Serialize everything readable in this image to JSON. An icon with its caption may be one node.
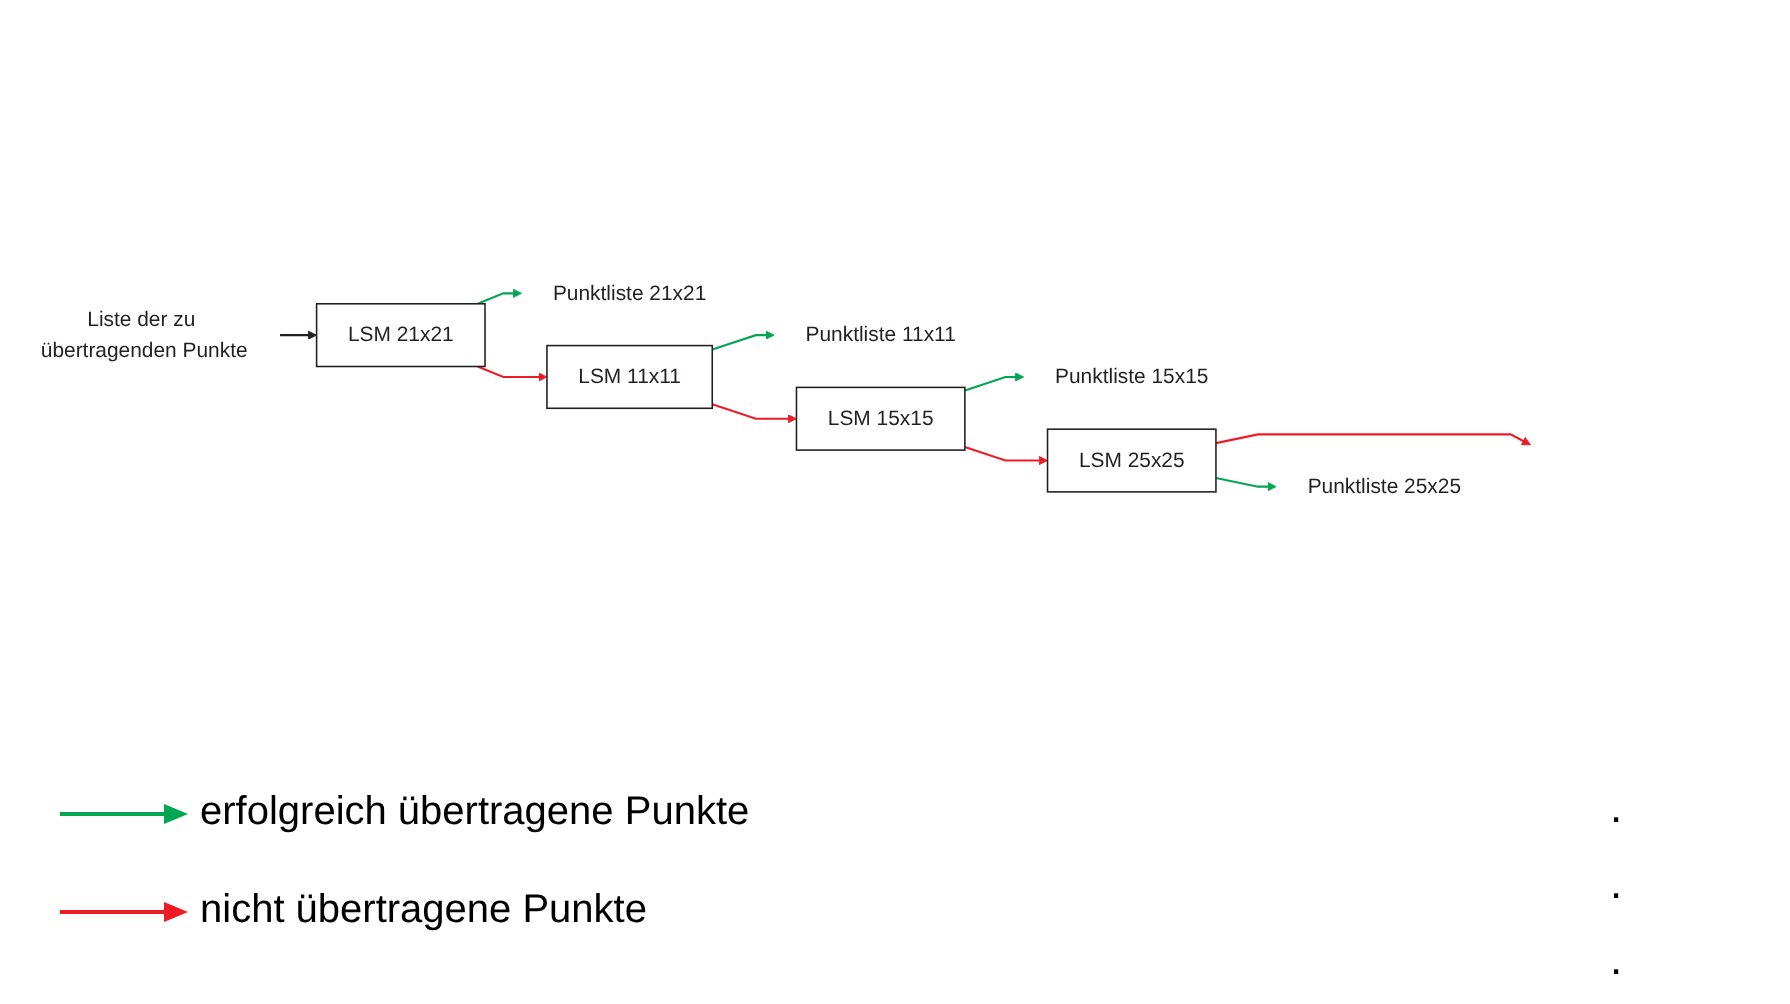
{
  "diagram": {
    "nodes": [
      {
        "text": [
          "Liste der zu übertragenden Punkte"
        ]
      },
      {
        "text": [
          "LSM 21x21"
        ]
      },
      {
        "text": [
          "Punktliste 21x21"
        ]
      },
      {
        "text": [
          "LSM 11x11"
        ]
      },
      {
        "text": [
          "Punktliste 11x11"
        ]
      },
      {
        "text": [
          "LSM 15x15"
        ]
      },
      {
        "text": [
          "Punktliste 15x15"
        ]
      },
      {
        "text": [
          "LSM 25x25"
        ]
      },
      {
        "text": [
          "Punktliste 25x25"
        ]
      }
    ],
    "edges": [
      {
        "from": 0,
        "to": 1,
        "arrow": "to",
        "color": "#231f20"
      },
      {
        "from": 1,
        "to": 2,
        "arrow": "to",
        "color": "#00a650"
      },
      {
        "from": 1,
        "to": 3,
        "arrow": "to",
        "color": "#ed1c24"
      },
      {
        "from": 3,
        "to": 4,
        "arrow": "to",
        "color": "#00a650"
      },
      {
        "from": 3,
        "to": 5,
        "arrow": "to",
        "color": "#ed1c24"
      },
      {
        "from": 5,
        "to": 6,
        "arrow": "to",
        "color": "#00a650"
      },
      {
        "from": 5,
        "to": 7,
        "arrow": "to",
        "color": "#ed1c24"
      },
      {
        "from": 7,
        "to": 8,
        "arrow": "to",
        "color": "#00a650"
      },
      {
        "from": 7,
        "to": null,
        "arrow": "to",
        "color": "#ed1c24"
      }
    ],
    "labels": [
      ".",
      ".",
      "."
    ],
    "legend": [
      {
        "text": "erfolgreich übertragene Punkte"
      },
      {
        "text": "nicht übertragene Punkte"
      }
    ]
  }
}
